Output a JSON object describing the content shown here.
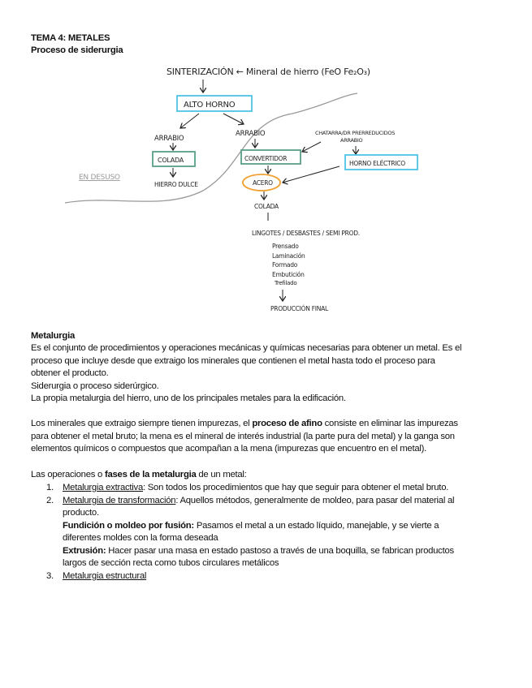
{
  "header": {
    "title": "TEMA 4: METALES",
    "subtitle": "Proceso de siderurgia"
  },
  "diagram": {
    "top": "SINTERIZACIÓN ← Mineral de hierro (FeO Fe₂O₃)",
    "alto_horno": "ALTO HORNO",
    "arrabio_left": "ARRABIO",
    "arrabio_right": "ARRABIO",
    "colada_left": "COLADA",
    "hierro_dulce": "HIERRO DULCE",
    "convertidor": "CONVERTIDOR",
    "chatarra": "CHATARRA/DR PRERREDUCIDOS",
    "chatarra2": "ARRABIO",
    "horno_electrico": "HORNO ELÉCTRICO",
    "acero": "ACERO",
    "colada": "COLADA",
    "lingotes": "LINGOTES / DESBASTES / SEMI PROD.",
    "processes": [
      "Prensado",
      "Laminación",
      "Formado",
      "Embutición",
      "Trefilado"
    ],
    "produccion": "PRODUCCIÓN FINAL",
    "en_desuso": "EN DESUSO",
    "colors": {
      "blue_box": "#4fc3e6",
      "green_box": "#5a9e8a",
      "orange": "#f0a030",
      "curve": "#888888"
    }
  },
  "metalurgia": {
    "heading": "Metalurgia",
    "lines": [
      "Es el conjunto de procedimientos y operaciones mecánicas y químicas necesarias para obtener un metal.  Es el",
      "proceso que incluye desde que extraigo los minerales que contienen el metal hasta todo el proceso para",
      "obtener el producto.",
      "Siderurgia o proceso siderúrgico.",
      "La propia metalurgia del hierro, uno de los principales metales para la edificación."
    ],
    "afino_pre": "Los minerales que extraigo siempre tienen impurezas, el ",
    "afino_bold": "proceso de afino",
    "afino_post": " consiste en eliminar las impurezas",
    "afino_lines": [
      "para obtener el metal bruto; la mena es el mineral de interés industrial (la parte pura del metal) y la ganga son",
      "elementos químicos o compuestos que acompañan a la mena (impurezas que encuentro en el metal)."
    ]
  },
  "fases": {
    "intro_pre": "Las operaciones o ",
    "intro_bold": "fases de la metalurgia",
    "intro_post": " de un metal:",
    "items": [
      {
        "num": "1.",
        "title": "Metalurgia extractiva",
        "text": ": Son todos los procedimientos que hay que seguir para obtener el metal bruto."
      },
      {
        "num": "2.",
        "title": "Metalurgia de transformación",
        "text": ": Aquellos métodos, generalmente de moldeo, para pasar del material al",
        "text2": "producto."
      },
      {
        "num": "3.",
        "title": "Metalurgia estructural"
      }
    ],
    "fundicion_bold": "Fundición o moldeo por fusión:",
    "fundicion_text": " Pasamos el metal a un estado líquido, manejable, y se vierte a",
    "fundicion_text2": "diferentes moldes con la forma deseada",
    "extrusion_bold": "Extrusión:",
    "extrusion_text": " Hacer pasar una masa en estado pastoso a través de una boquilla, se fabrican productos",
    "extrusion_text2": "largos de sección recta como tubos circulares metálicos"
  }
}
